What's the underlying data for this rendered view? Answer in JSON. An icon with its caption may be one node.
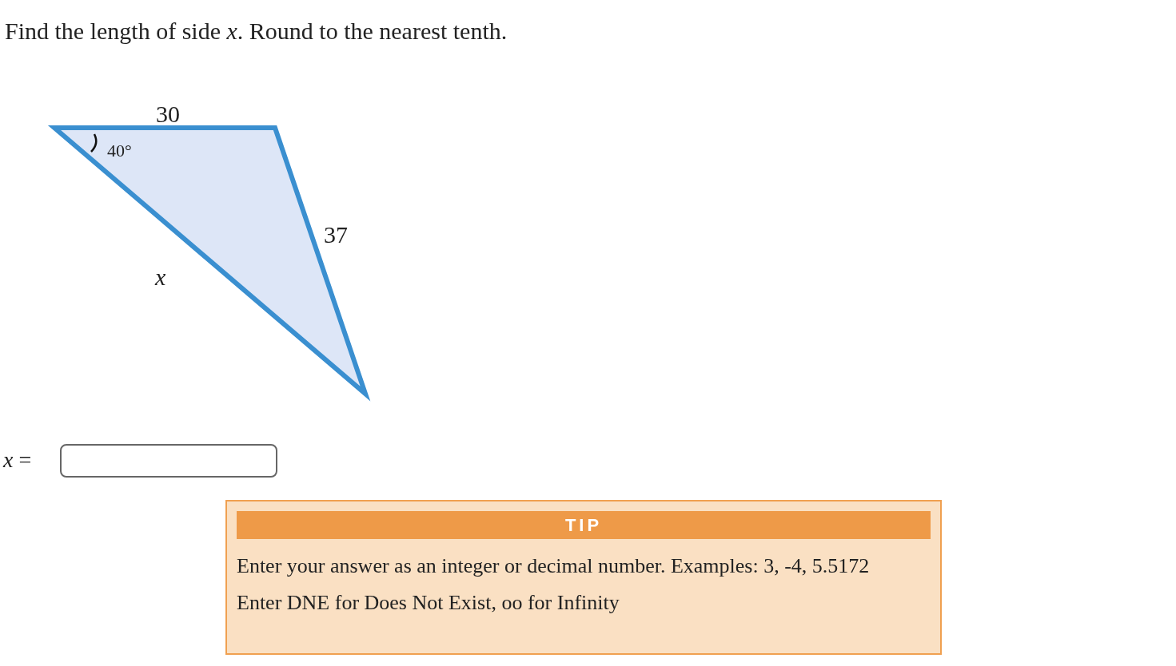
{
  "diagram": {
    "title": "Find the length of side *x*. Round to the nearest tenth.",
    "nodes": [
      {
        "text": [
          "TIP",
          "Enter your answer as an integer or decimal number. Examples: 3, -4, 5.5172",
          "Enter DNE for Does Not Exist, oo for Infinity"
        ]
      }
    ],
    "labels": [
      "30",
      "40°",
      "37",
      "*x*",
      "*x* ="
    ]
  }
}
